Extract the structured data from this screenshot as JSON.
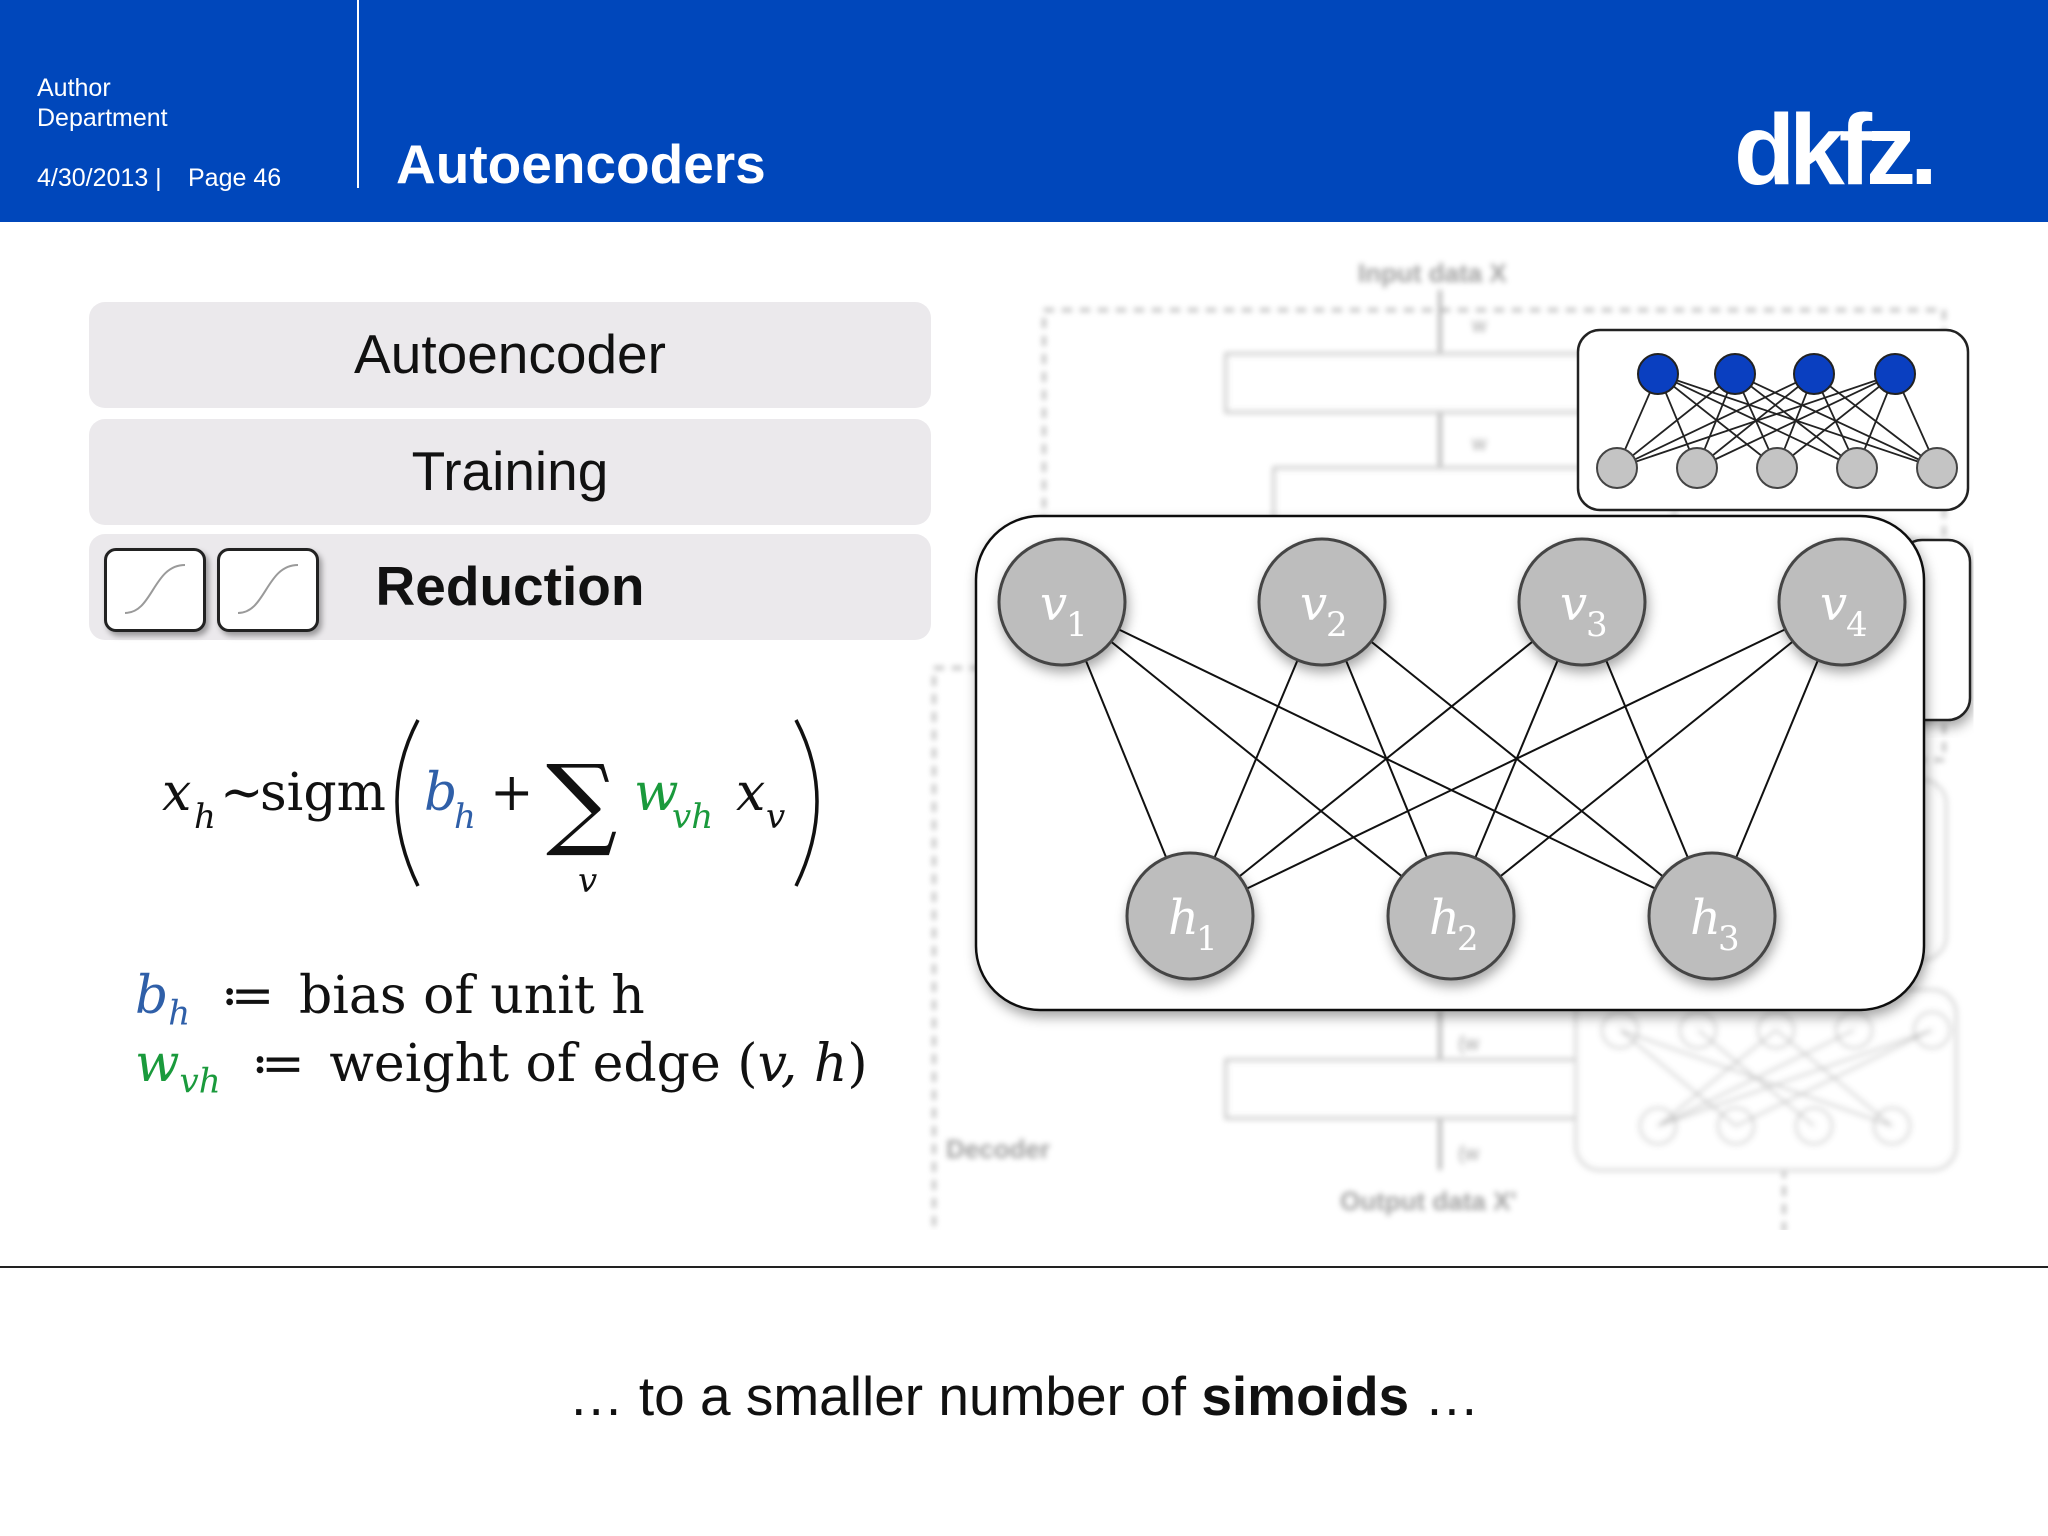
{
  "header": {
    "author": "Author",
    "department": "Department",
    "date": "4/30/2013 |",
    "page": "Page 46",
    "title": "Autoencoders",
    "logo": "dkfz."
  },
  "menu": [
    {
      "label": "Autoencoder",
      "active": false
    },
    {
      "label": "Training",
      "active": false
    },
    {
      "label": "Reduction",
      "active": true
    }
  ],
  "formula": {
    "lhs": "x",
    "lhs_sub": "h",
    "tilde": "~",
    "func": "sigm",
    "bias": "b",
    "bias_sub": "h",
    "plus": "+",
    "sum": "∑",
    "sum_sub": "v",
    "weight": "w",
    "weight_sub": "vh",
    "x": "x",
    "x_sub": "v"
  },
  "definitions": [
    {
      "sym": "b",
      "sub": "h",
      "op": "≔",
      "text": "bias of unit h",
      "color": "#2f5fa8"
    },
    {
      "sym": "w",
      "sub": "vh",
      "op": "≔",
      "text": "weight of edge (",
      "vars": "v, h",
      "close": ")",
      "color": "#1a9a3c"
    }
  ],
  "figure": {
    "input_label": "Input data X",
    "output_label": "Output data X'",
    "decoder_label": "Decoder",
    "weights": [
      "w",
      "w",
      "(w",
      "(w"
    ],
    "visible_nodes": [
      {
        "base": "v",
        "sub": "1"
      },
      {
        "base": "v",
        "sub": "2"
      },
      {
        "base": "v",
        "sub": "3"
      },
      {
        "base": "v",
        "sub": "4"
      }
    ],
    "hidden_nodes": [
      {
        "base": "h",
        "sub": "1"
      },
      {
        "base": "h",
        "sub": "2"
      },
      {
        "base": "h",
        "sub": "3"
      }
    ],
    "colors": {
      "node_fill": "#bdbdbd",
      "top_node": "#0a3fc0",
      "header": "#0047bb"
    }
  },
  "caption": {
    "prefix": "… to a smaller number of ",
    "bold": "simoids",
    "suffix": " …"
  }
}
